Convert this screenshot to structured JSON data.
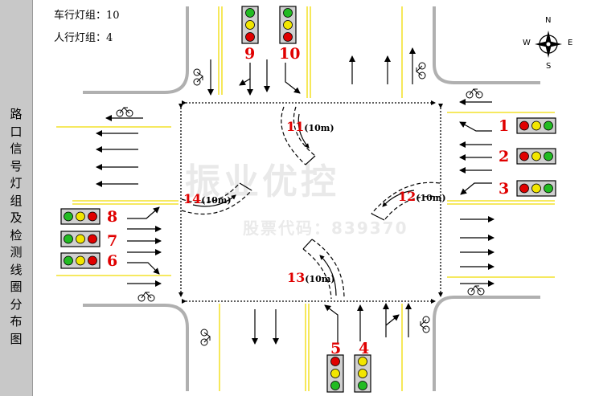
{
  "side_title": "路口信号灯组及检测线圈分布图",
  "info": {
    "vehicle_groups": "车行灯组：10",
    "ped_groups": "人行灯组：4"
  },
  "compass": {
    "n": "N",
    "s": "S",
    "w": "W",
    "e": "E"
  },
  "signal_numbers": [
    "1",
    "2",
    "3",
    "4",
    "5",
    "6",
    "7",
    "8",
    "9",
    "10"
  ],
  "loops": [
    {
      "num": "11",
      "len": "(10m)"
    },
    {
      "num": "12",
      "len": "(10m)"
    },
    {
      "num": "13",
      "len": "(10m)"
    },
    {
      "num": "14",
      "len": "(10m)"
    }
  ],
  "watermark": {
    "text": "振业优控",
    "sub": "股票代码：839370"
  },
  "colors": {
    "red": "#e00000",
    "yellow": "#f2e600",
    "green": "#22bb22",
    "road_edge": "#b0b0b0",
    "lane_yellow": "#f0dc00"
  }
}
